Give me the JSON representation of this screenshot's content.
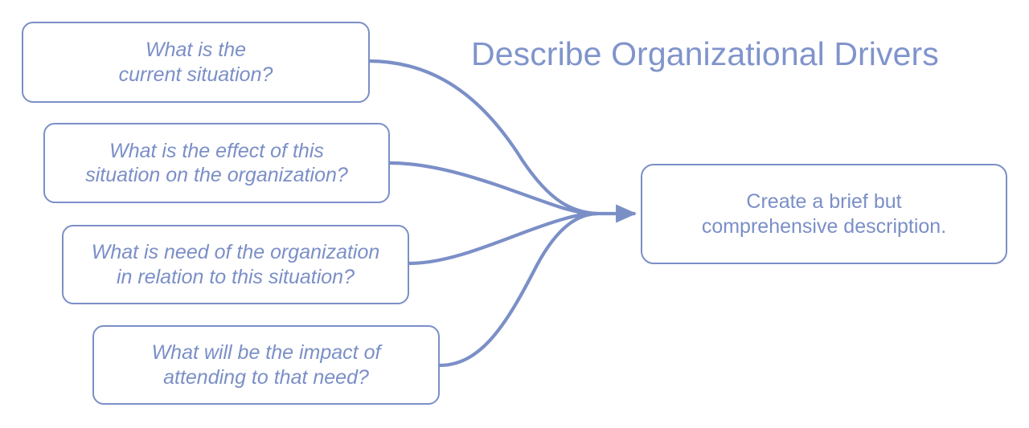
{
  "diagram": {
    "title": "Describe Organizational Drivers",
    "accent_color": "#7b8fc7",
    "title_color": "#8094cc",
    "background_color": "#ffffff",
    "questions": [
      {
        "id": "current-situation",
        "text": "What is the\ncurrent situation?"
      },
      {
        "id": "effect-on-org",
        "text": "What is the effect of this\nsituation on the organization?"
      },
      {
        "id": "org-need",
        "text": "What is need of the organization\nin relation to this situation?"
      },
      {
        "id": "impact-of-attending",
        "text": "What will be the impact of\nattending to that need?"
      }
    ],
    "outcome": {
      "id": "outcome",
      "text": "Create a brief but\ncomprehensive description."
    },
    "connectors": {
      "count": 4,
      "style": "curved",
      "arrowhead": "single-merged-arrow-into-outcome"
    }
  }
}
